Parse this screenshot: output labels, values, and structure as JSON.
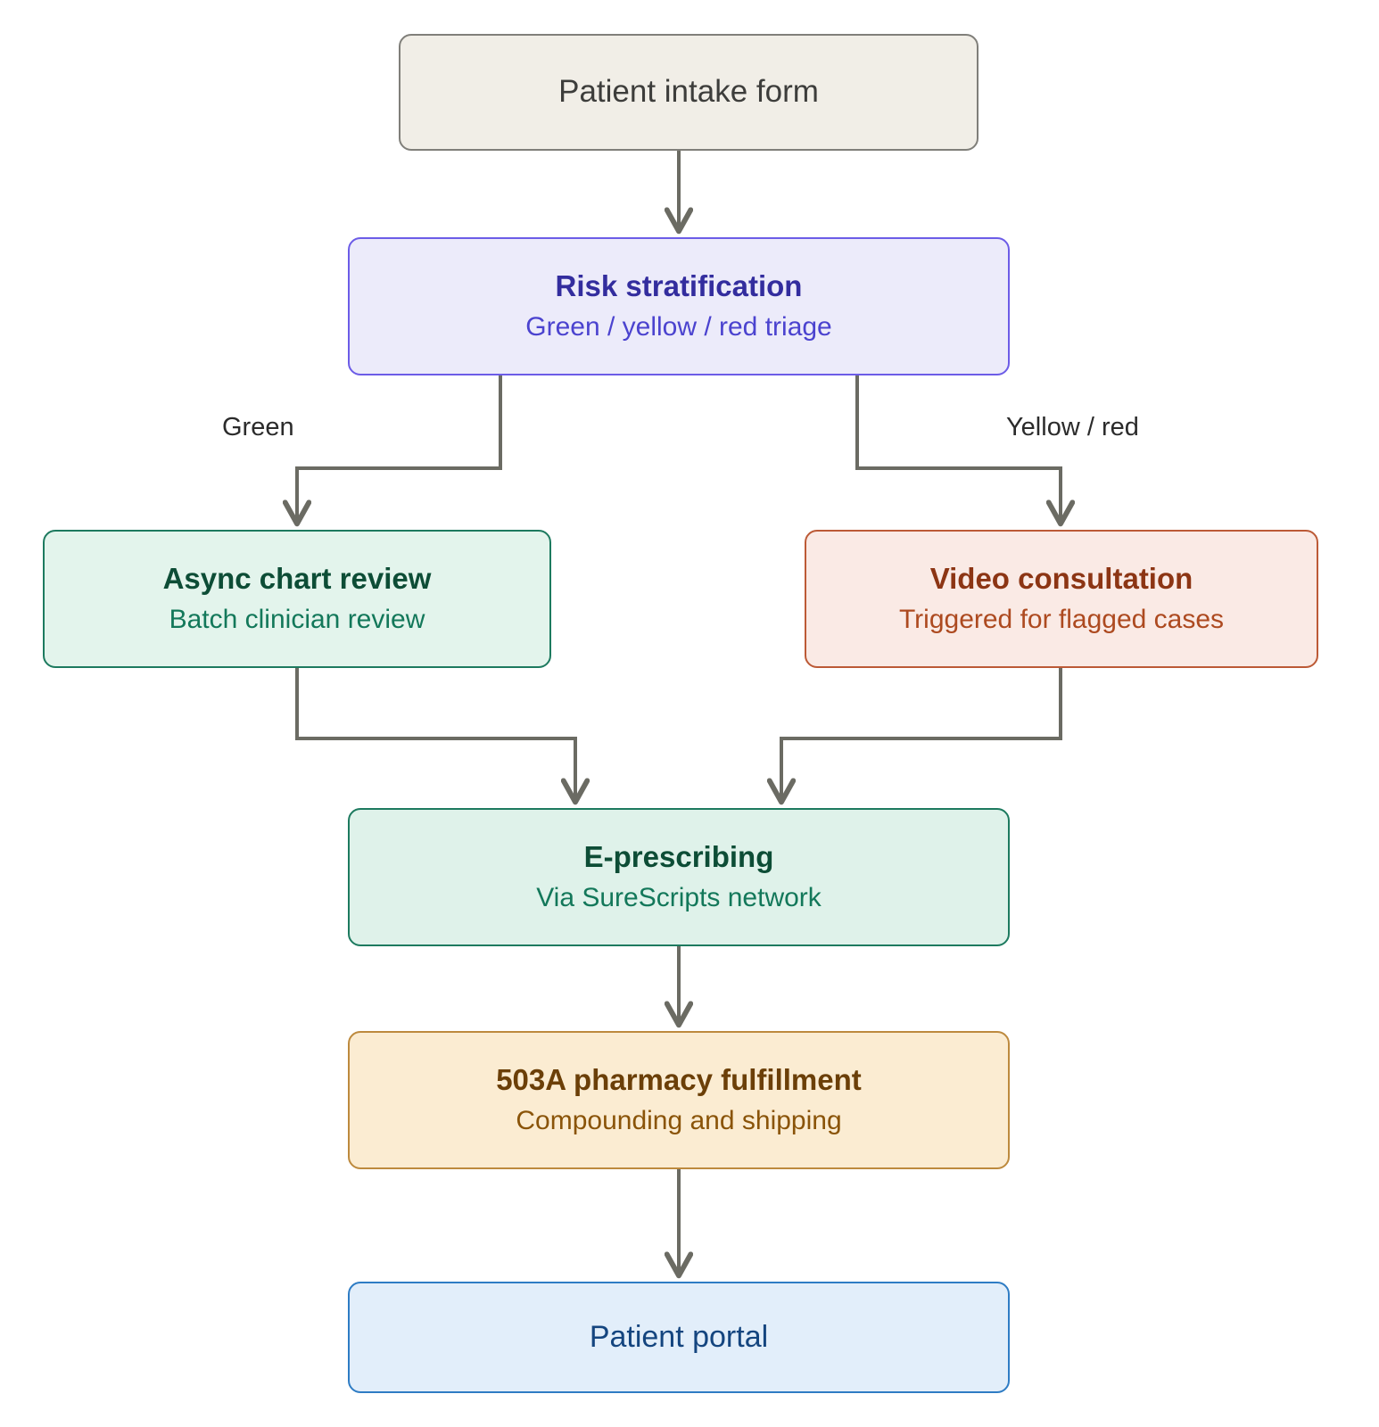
{
  "diagram": {
    "type": "flowchart",
    "direction": "top-to-bottom",
    "background_color": "#ffffff",
    "edge_color": "#6b6b63",
    "nodes": [
      {
        "id": "intake",
        "title": "Patient intake form",
        "subtitle": "",
        "fill": "#f1eee7",
        "stroke": "#807f7a",
        "title_color": "#3d3d3b"
      },
      {
        "id": "risk",
        "title": "Risk stratification",
        "subtitle": "Green / yellow / red triage",
        "fill": "#ecebfa",
        "stroke": "#6c5ce7",
        "title_color": "#332d9e",
        "subtitle_color": "#4b43cf"
      },
      {
        "id": "async",
        "title": "Async chart review",
        "subtitle": "Batch clinician review",
        "fill": "#e3f4ec",
        "stroke": "#1d7a5f",
        "title_color": "#0d4d36",
        "subtitle_color": "#13785a"
      },
      {
        "id": "video",
        "title": "Video consultation",
        "subtitle": "Triggered for flagged cases",
        "fill": "#faeae5",
        "stroke": "#bc5a36",
        "title_color": "#8c3514",
        "subtitle_color": "#ad4a20"
      },
      {
        "id": "erx",
        "title": "E-prescribing",
        "subtitle": "Via SureScripts network",
        "fill": "#dff2ea",
        "stroke": "#1d7a5f",
        "title_color": "#0d4d36",
        "subtitle_color": "#13785a"
      },
      {
        "id": "pharmacy",
        "title": "503A pharmacy fulfillment",
        "subtitle": "Compounding and shipping",
        "fill": "#fbecd2",
        "stroke": "#bd8a3e",
        "title_color": "#6b3f08",
        "subtitle_color": "#8a5409"
      },
      {
        "id": "portal",
        "title": "Patient portal",
        "subtitle": "",
        "fill": "#e2eefa",
        "stroke": "#2e7cc4",
        "title_color": "#14457f"
      }
    ],
    "edges": [
      {
        "from": "intake",
        "to": "risk",
        "label": ""
      },
      {
        "from": "risk",
        "to": "async",
        "label": "Green"
      },
      {
        "from": "risk",
        "to": "video",
        "label": "Yellow / red"
      },
      {
        "from": "async",
        "to": "erx",
        "label": ""
      },
      {
        "from": "video",
        "to": "erx",
        "label": ""
      },
      {
        "from": "erx",
        "to": "pharmacy",
        "label": ""
      },
      {
        "from": "pharmacy",
        "to": "portal",
        "label": ""
      }
    ],
    "edge_labels": {
      "green": "Green",
      "yellow_red": "Yellow / red"
    }
  }
}
